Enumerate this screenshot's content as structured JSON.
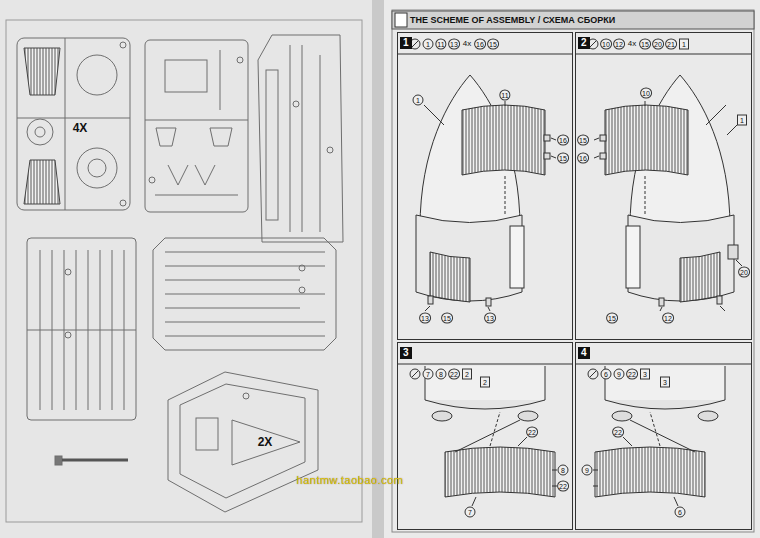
{
  "diagram": {
    "title": "THE SCHEME OF ASSEMBLY / СХЕМА СБОРКИ",
    "nodes": [
      {
        "text": [
          "1"
        ]
      },
      {
        "text": [
          "2"
        ]
      },
      {
        "text": [
          "3"
        ]
      },
      {
        "text": [
          "4"
        ]
      }
    ],
    "labels": [
      "4X",
      "2X",
      "1",
      "11",
      "13",
      "4x",
      "16",
      "15",
      "1",
      "11",
      "16",
      "15",
      "13",
      "15",
      "13",
      "10",
      "12",
      "4x",
      "15",
      "20",
      "21",
      "1",
      "10",
      "15",
      "16",
      "1",
      "20",
      "12",
      "15",
      "7",
      "8",
      "22",
      "2",
      "2",
      "22",
      "8",
      "22",
      "7",
      "6",
      "9",
      "22",
      "3",
      "3",
      "22",
      "9",
      "6",
      "hantmw.taobao.com"
    ]
  }
}
